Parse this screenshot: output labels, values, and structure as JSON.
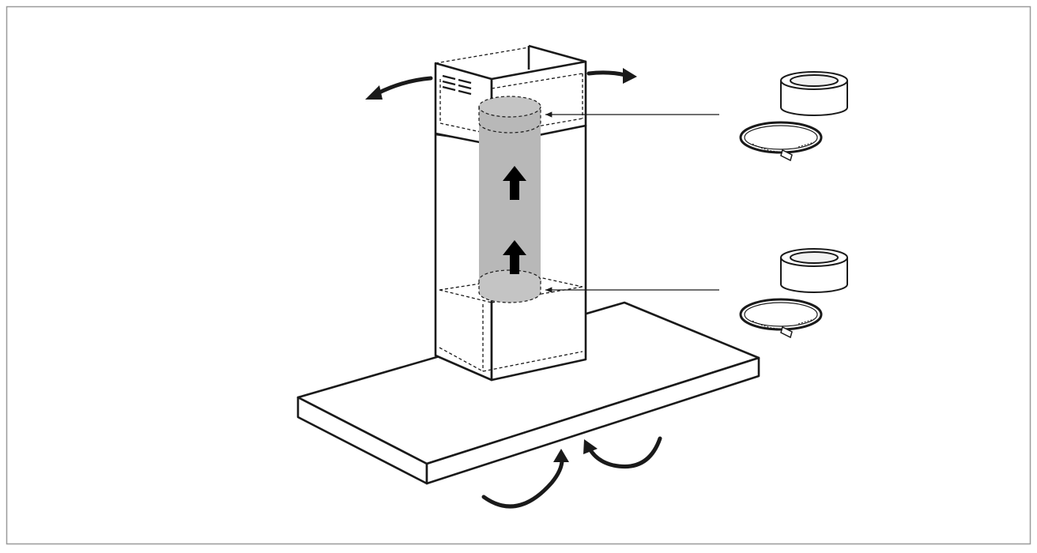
{
  "figure": {
    "kind": "range hood installation diagram",
    "style": "black line drawing",
    "colors": {
      "ink": "#1a1a1a",
      "frame": "#9a9a9a",
      "duct_fill": "#b8b8b8",
      "background": "#ffffff"
    },
    "labels": [],
    "parts": [
      "hood-canopy",
      "chimney-lower-cover",
      "chimney-upper-cover",
      "flexible-duct",
      "adhesive-tape-roll",
      "hose-clamp"
    ],
    "icons": [
      "airflow-arrow-icon",
      "curved-arrow-icon",
      "leader-line"
    ]
  }
}
